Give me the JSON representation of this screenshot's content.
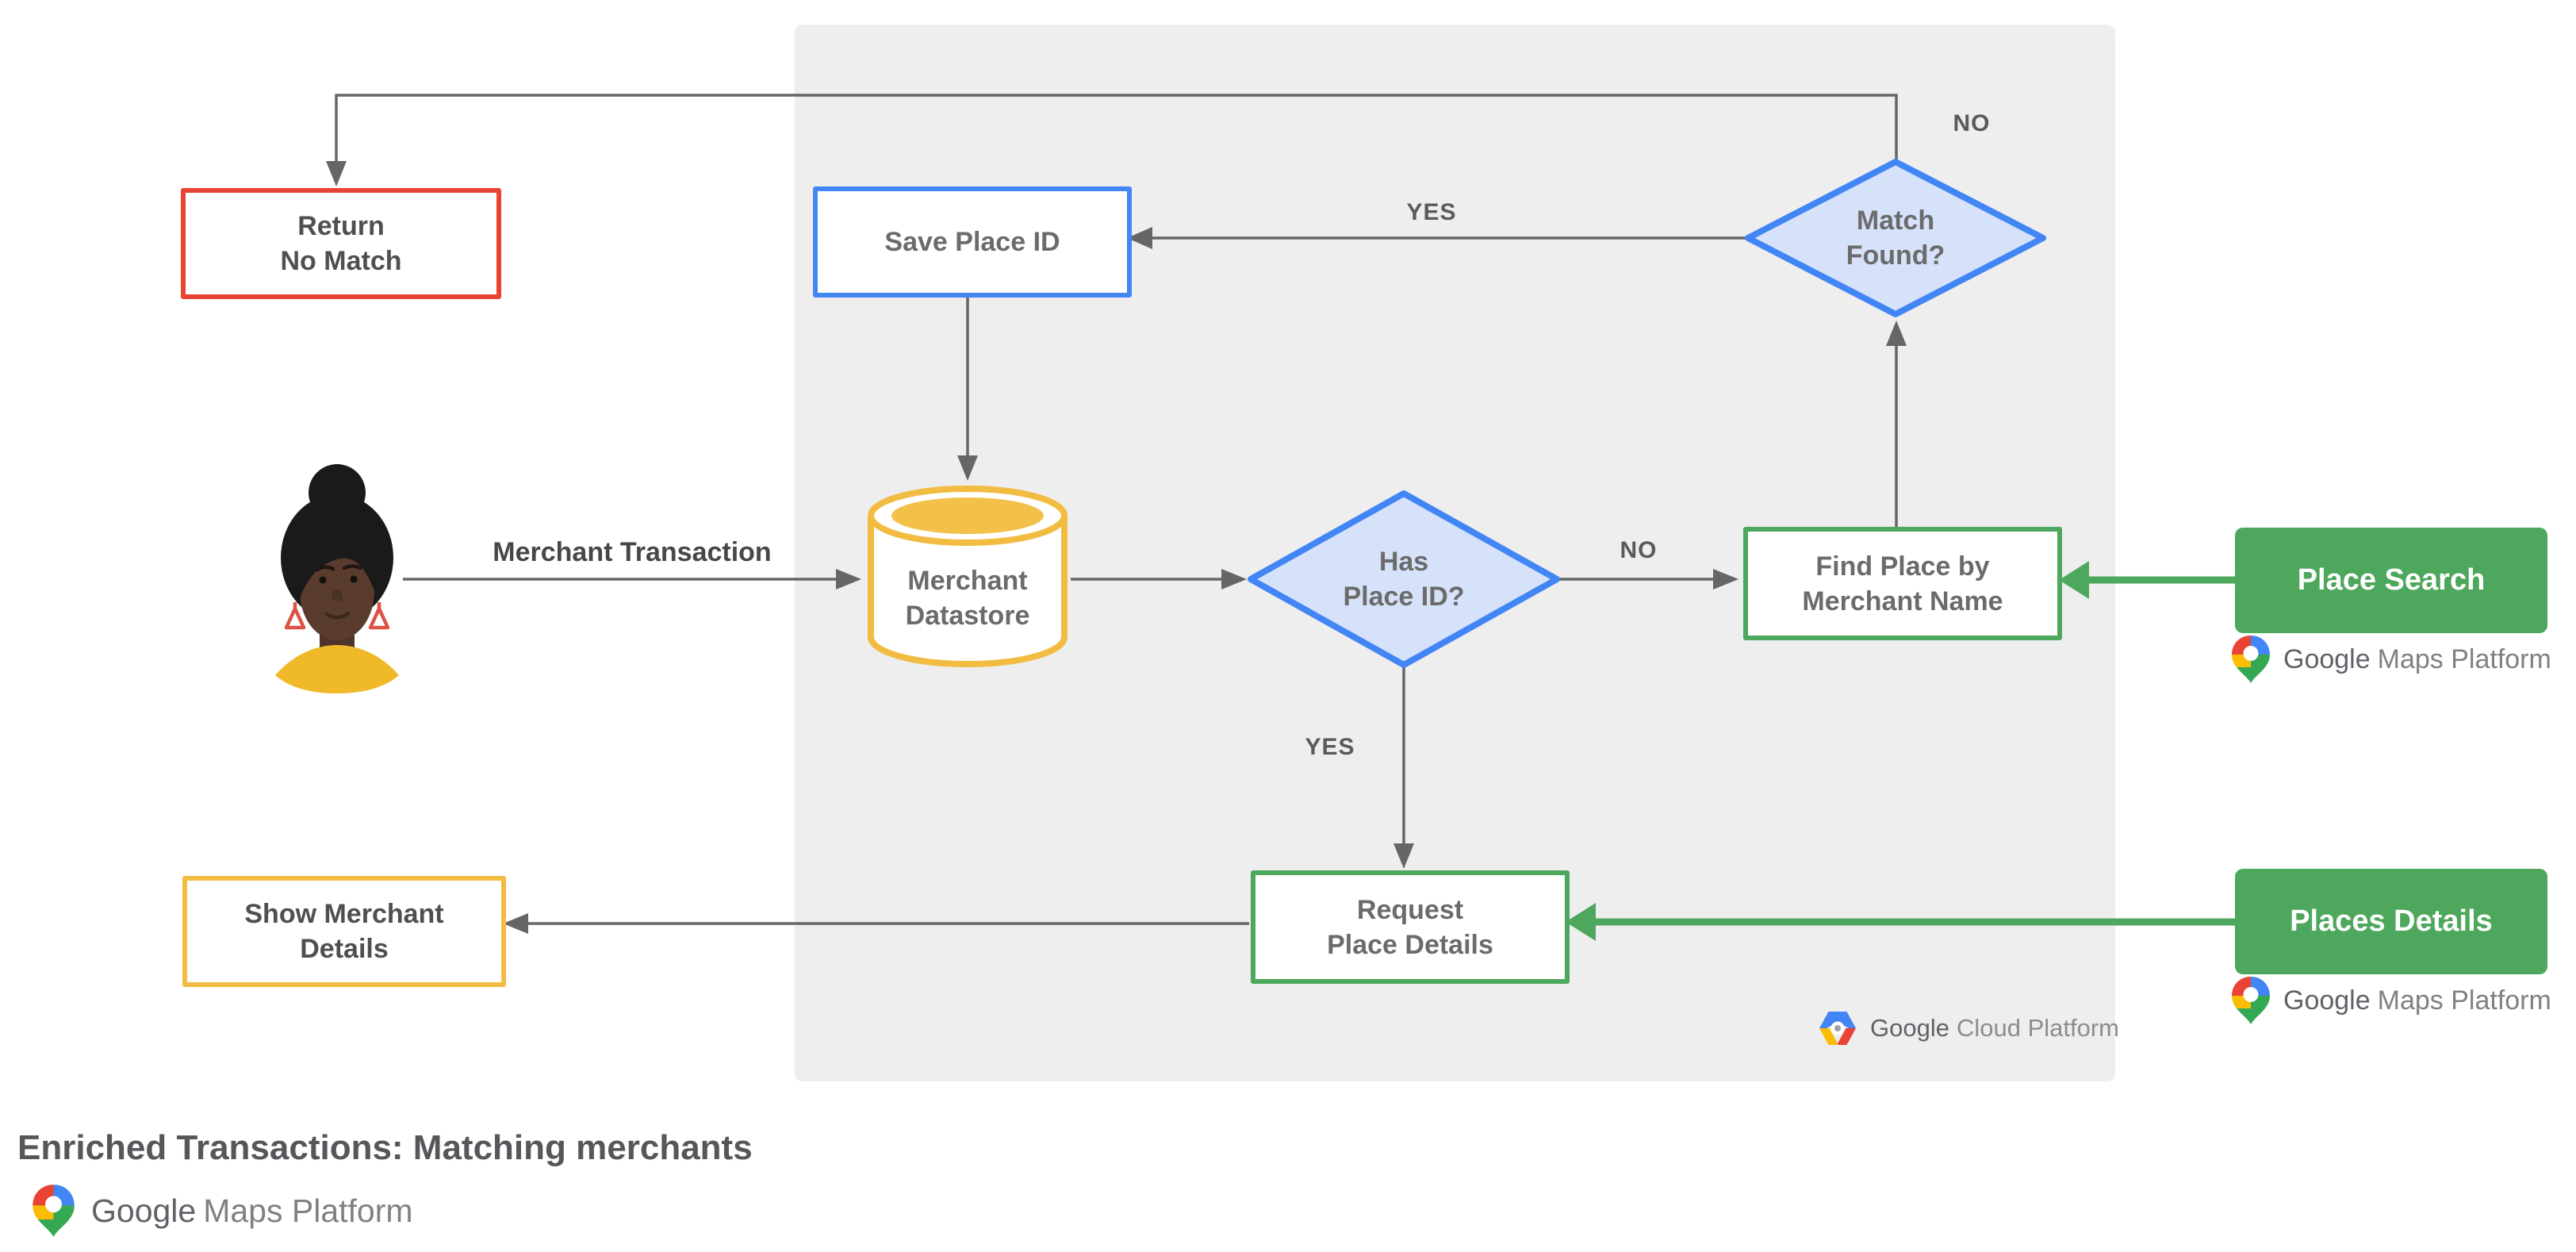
{
  "title": "Enriched Transactions: Matching merchants",
  "nodes": {
    "return_no_match": {
      "line1": "Return",
      "line2": "No Match"
    },
    "save_place_id": {
      "label": "Save Place ID"
    },
    "match_found": {
      "line1": "Match",
      "line2": "Found?"
    },
    "merchant_datastore": {
      "line1": "Merchant",
      "line2": "Datastore"
    },
    "has_place_id": {
      "line1": "Has",
      "line2": "Place ID?"
    },
    "find_place": {
      "line1": "Find Place by",
      "line2": "Merchant Name"
    },
    "request_place_details": {
      "line1": "Request",
      "line2": "Place Details"
    },
    "show_merchant_details": {
      "line1": "Show Merchant",
      "line2": "Details"
    },
    "place_search": {
      "label": "Place Search"
    },
    "places_details": {
      "label": "Places Details"
    }
  },
  "edge_labels": {
    "merchant_transaction": "Merchant Transaction",
    "yes_to_save": "YES",
    "no_from_match": "NO",
    "no_to_find": "NO",
    "yes_to_request": "YES"
  },
  "logos": {
    "gmp": {
      "google": "Google",
      "rest": "Maps Platform"
    },
    "gcp": {
      "google": "Google",
      "rest": "Cloud Platform"
    }
  },
  "colors": {
    "red": "#E94334",
    "blue": "#4285F4",
    "blue_fill": "#D6E2F9",
    "yellow": "#F2BC42",
    "yellow_fill": "#F3C04A",
    "green": "#4DA75C",
    "panel": "#EEEEEE",
    "line": "#666666",
    "text": "#6B6B6B"
  }
}
